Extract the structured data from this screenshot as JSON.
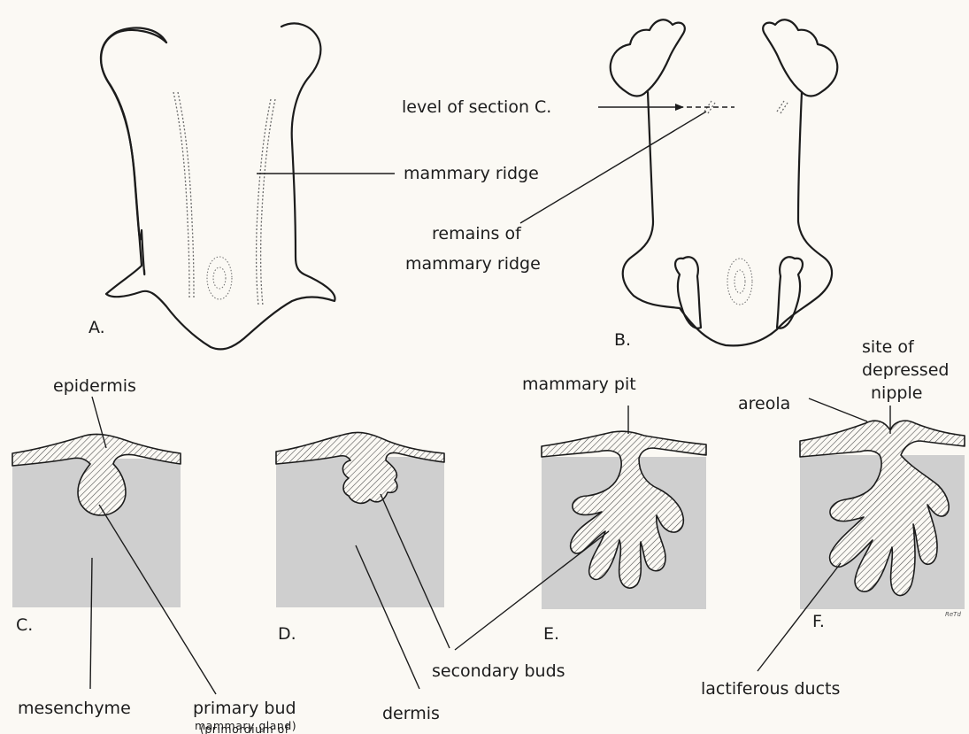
{
  "panels": {
    "A": "A.",
    "B": "B.",
    "C": "C.",
    "D": "D.",
    "E": "E.",
    "F": "F."
  },
  "labels": {
    "level_of_section": "level of section C.",
    "mammary_ridge": "mammary ridge",
    "remains_line1": "remains of",
    "remains_line2": "mammary ridge",
    "epidermis": "epidermis",
    "mesenchyme": "mesenchyme",
    "primary_bud": "primary bud",
    "primordium_line1": "(primordium of",
    "primordium_line2": "mammary gland)",
    "dermis": "dermis",
    "secondary_buds": "secondary buds",
    "mammary_pit": "mammary pit",
    "areola": "areola",
    "site_line1": "site of",
    "site_line2": "depressed",
    "site_line3": "nipple",
    "lactiferous_ducts": "lactiferous ducts"
  },
  "signature": "ReTd",
  "colors": {
    "tissue": "#cfcfcf",
    "ink": "#1c1c1c",
    "paper": "#fbf9f4"
  }
}
